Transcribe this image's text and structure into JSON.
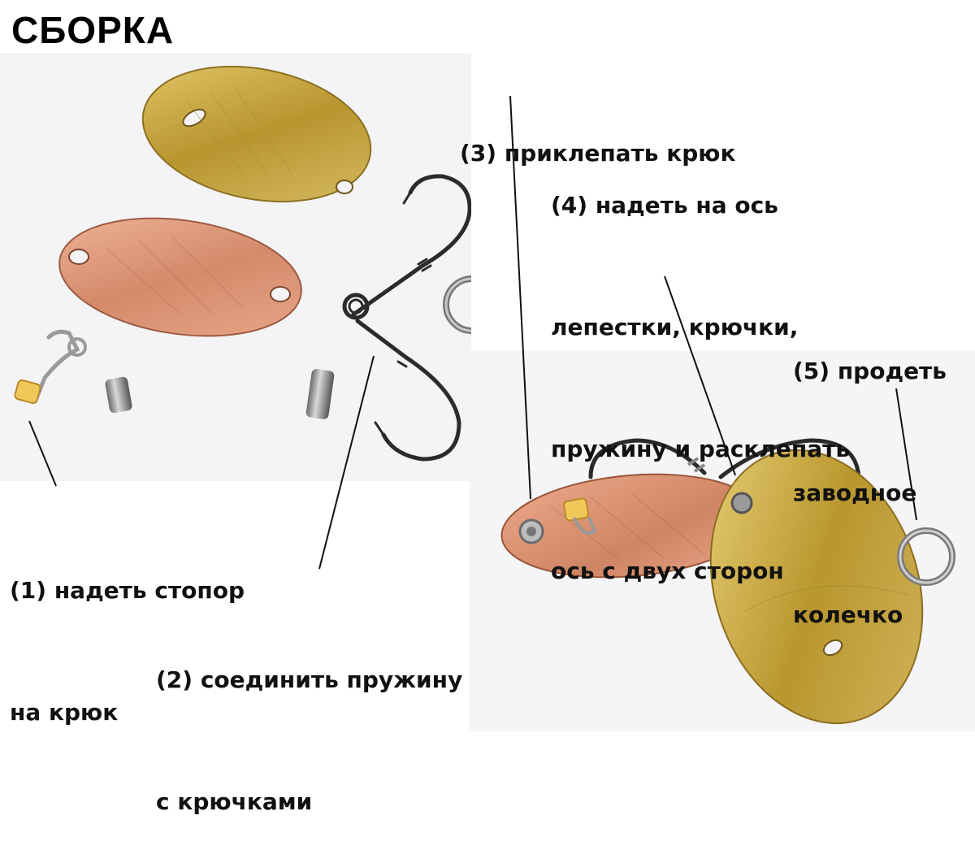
{
  "title": "СБОРКА",
  "steps": {
    "s1": [
      "(1) надеть стопор",
      "на крюк"
    ],
    "s2": [
      "(2) соединить пружину",
      "с крючками"
    ],
    "s3": [
      "(3) приклепать крюк"
    ],
    "s4": [
      "(4) надеть на ось",
      "лепестки, крючки,",
      "пружину и расклепать",
      "ось с двух сторон"
    ],
    "s5": [
      "(5) продеть",
      "заводное",
      "колечко"
    ]
  },
  "colors": {
    "brass": "#c9a94a",
    "copper": "#d9937a",
    "hook": "#2b2b2b",
    "stopper": "#f0c85a"
  }
}
